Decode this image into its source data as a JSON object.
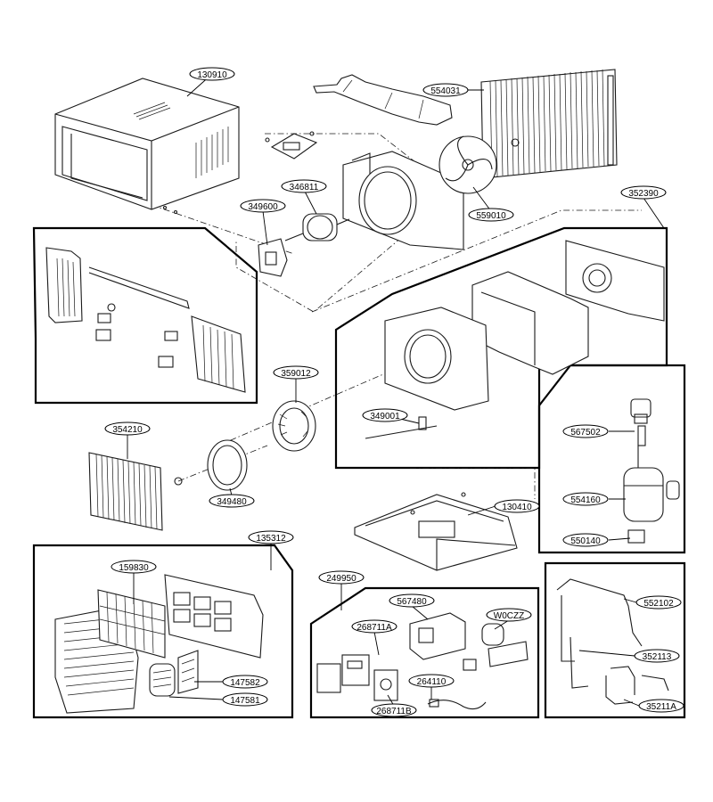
{
  "labels": {
    "l130910": "130910",
    "l554031": "554031",
    "l346811": "346811",
    "l349600": "349600",
    "l559010": "559010",
    "l352390": "352390",
    "l359012": "359012",
    "l349001": "349001",
    "l354210": "354210",
    "l349480": "349480",
    "l567502": "567502",
    "l554160": "554160",
    "l130410": "130410",
    "l550140": "550140",
    "l135312": "135312",
    "l159830": "159830",
    "l147582": "147582",
    "l147581": "147581",
    "l249950": "249950",
    "l567480": "567480",
    "l268711a": "268711A",
    "l w0czz": "W0CZZ",
    "l264110": "264110",
    "l268711b": "268711B",
    "l552102": "552102",
    "l352113": "352113",
    "l35211a": "35211A"
  }
}
